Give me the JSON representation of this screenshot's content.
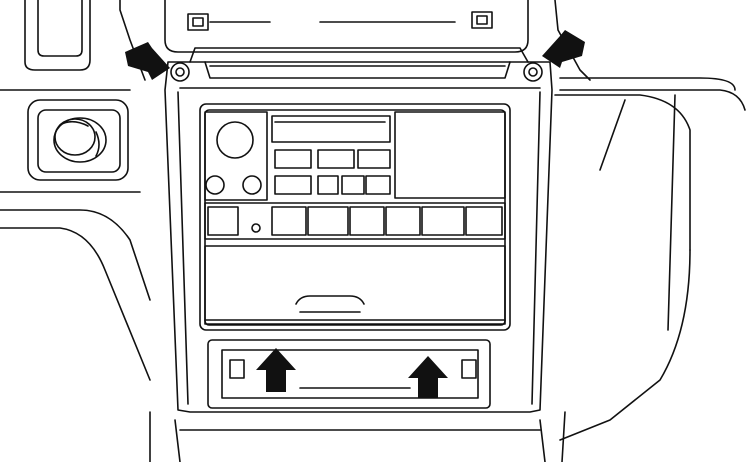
{
  "diagram": {
    "subject": "dashboard-center-console-radio-bezel",
    "line_color": "#111111",
    "arrow_color": "#111111",
    "background_color": "#ffffff",
    "arrows": [
      {
        "name": "arrow-top-left",
        "direction": "down-right"
      },
      {
        "name": "arrow-top-right",
        "direction": "down-left"
      },
      {
        "name": "arrow-bottom-left",
        "direction": "up"
      },
      {
        "name": "arrow-bottom-right",
        "direction": "up"
      }
    ],
    "radio": {
      "top_buttons_row1": 3,
      "top_buttons_row2": 4,
      "preset_buttons": 6
    }
  }
}
